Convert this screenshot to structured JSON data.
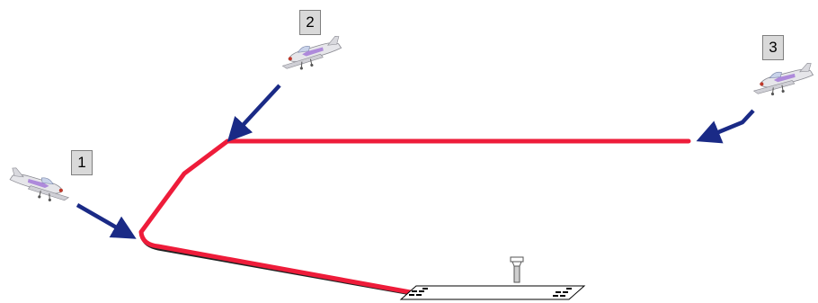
{
  "positions": [
    {
      "label": "1"
    },
    {
      "label": "2"
    },
    {
      "label": "3"
    }
  ],
  "colors": {
    "flight_path": "#ee1c3a",
    "arrow": "#1a2a86",
    "label_box_fill": "#d9d9d9",
    "label_box_border": "#7f7f7f"
  },
  "icons": [
    "airplane-icon",
    "control-tower-icon",
    "runway-icon",
    "arrow-icon"
  ]
}
